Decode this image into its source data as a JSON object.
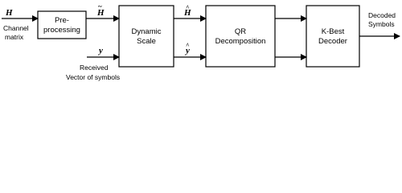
{
  "diagram": {
    "blocks": [
      {
        "id": "preprocessing",
        "lines": [
          "Pre-",
          "processing"
        ]
      },
      {
        "id": "dynamic-scale",
        "lines": [
          "Dynamic",
          "Scale"
        ]
      },
      {
        "id": "qr-decomposition",
        "lines": [
          "QR",
          "Decomposition"
        ]
      },
      {
        "id": "k-best-decoder",
        "lines": [
          "K-Best",
          "Decoder"
        ]
      }
    ],
    "inputs": {
      "channel_symbol": "H",
      "channel_label": [
        "Channel",
        "matrix"
      ],
      "received_symbol": "y",
      "received_label": [
        "Received",
        "Vector of symbols"
      ]
    },
    "intermediate": {
      "h_tilde": "H",
      "y_plain": "y",
      "h_hat": "H",
      "y_hat": "y"
    },
    "output": {
      "label": [
        "Decoded",
        "Symbols"
      ]
    }
  }
}
